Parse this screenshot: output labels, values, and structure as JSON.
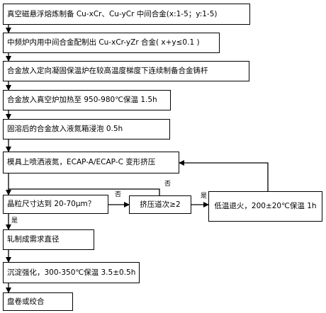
{
  "steps": [
    "真空磁悬浮熔炼制备 Cu-xCr、Cu-yCr 中间合金(x:1-5；y:1-5)",
    "中频炉内用中间合金配制出 Cu-xCr-yZr 合金( x+y≤0.1 )",
    "合金放入定向凝固保温炉在较高温度梯度下连续制备合金铸杆",
    "合金放入真空炉加热至 950-980℃保温 1.5h",
    "固溶后的合金放入液氮箱浸泡 0.5h",
    "模具上喷洒液氮，ECAP-A/ECAP-C 变形挤压",
    "晶粒尺寸达到 20-70μm？",
    "挤压道次≥2",
    "低温退火，200±20℃保温 1h",
    "轧制成需求直径",
    "沉淀强化，300-350℃保温 3.5±0.5h",
    "盘卷或绞合"
  ],
  "labels": {
    "no1": "否",
    "no2": "否",
    "yes1": "是",
    "yes2": "是"
  }
}
